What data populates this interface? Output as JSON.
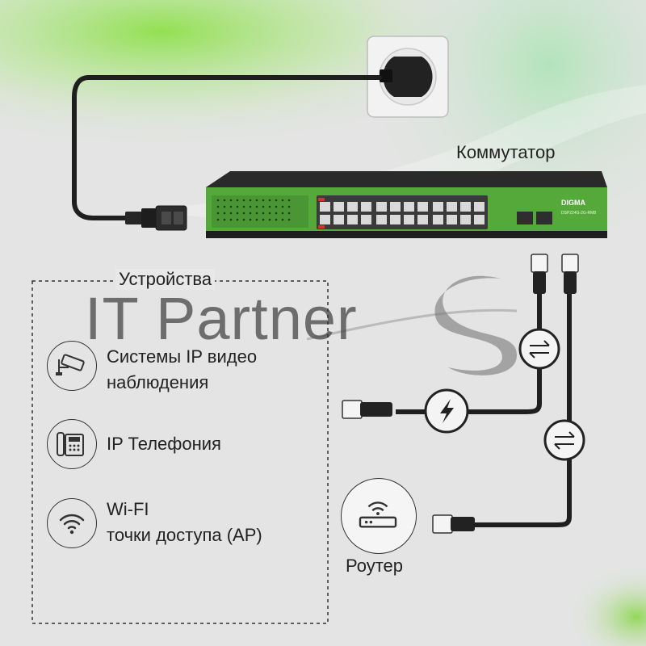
{
  "switch": {
    "label": "Коммутатор",
    "brand": "DIGMA",
    "model": "DSP224G-2G-RM8"
  },
  "devices": {
    "title": "Устройства",
    "items": [
      {
        "label_line1": "Системы IP видео",
        "label_line2": "наблюдения",
        "icon": "cctv-camera-icon"
      },
      {
        "label_line1": "IP Телефония",
        "label_line2": "",
        "icon": "ip-phone-icon"
      },
      {
        "label_line1": "Wi-FI",
        "label_line2": "точки доступа (AP)",
        "icon": "wifi-icon"
      }
    ]
  },
  "router": {
    "label": "Роутер",
    "icon": "router-icon"
  },
  "watermark": {
    "text": "IT Partner"
  },
  "colors": {
    "background": "#e3e4e3",
    "accent_green": "#7fd23a",
    "switch_green": "#5fb43c",
    "cable": "#1f1f1f"
  }
}
